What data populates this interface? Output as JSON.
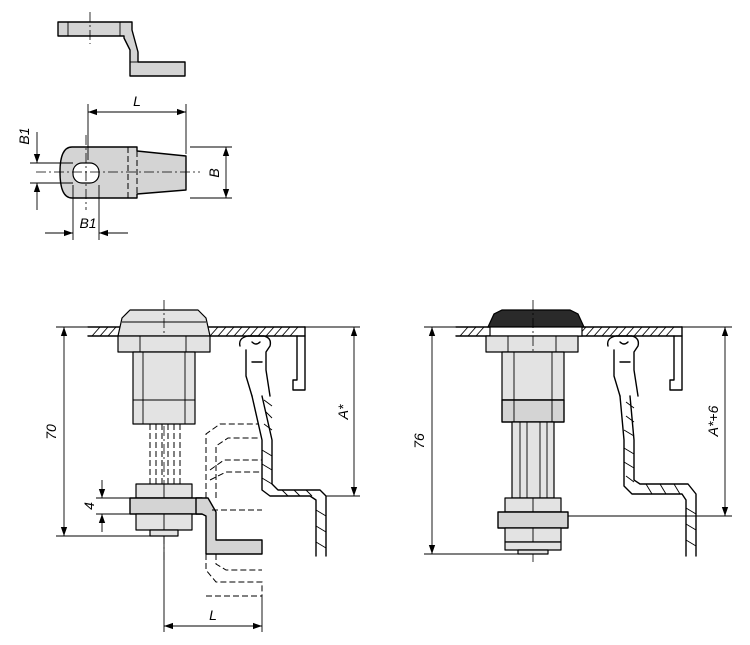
{
  "labels": {
    "tab_L": "L",
    "tab_B": "B",
    "tab_B1_vertical": "B1",
    "tab_B1_horizontal": "B1",
    "left_dim_70": "70",
    "left_dim_4": "4",
    "left_dim_A": "A*",
    "left_dim_L": "L",
    "right_dim_76": "76",
    "right_dim_A6": "A*+6"
  }
}
